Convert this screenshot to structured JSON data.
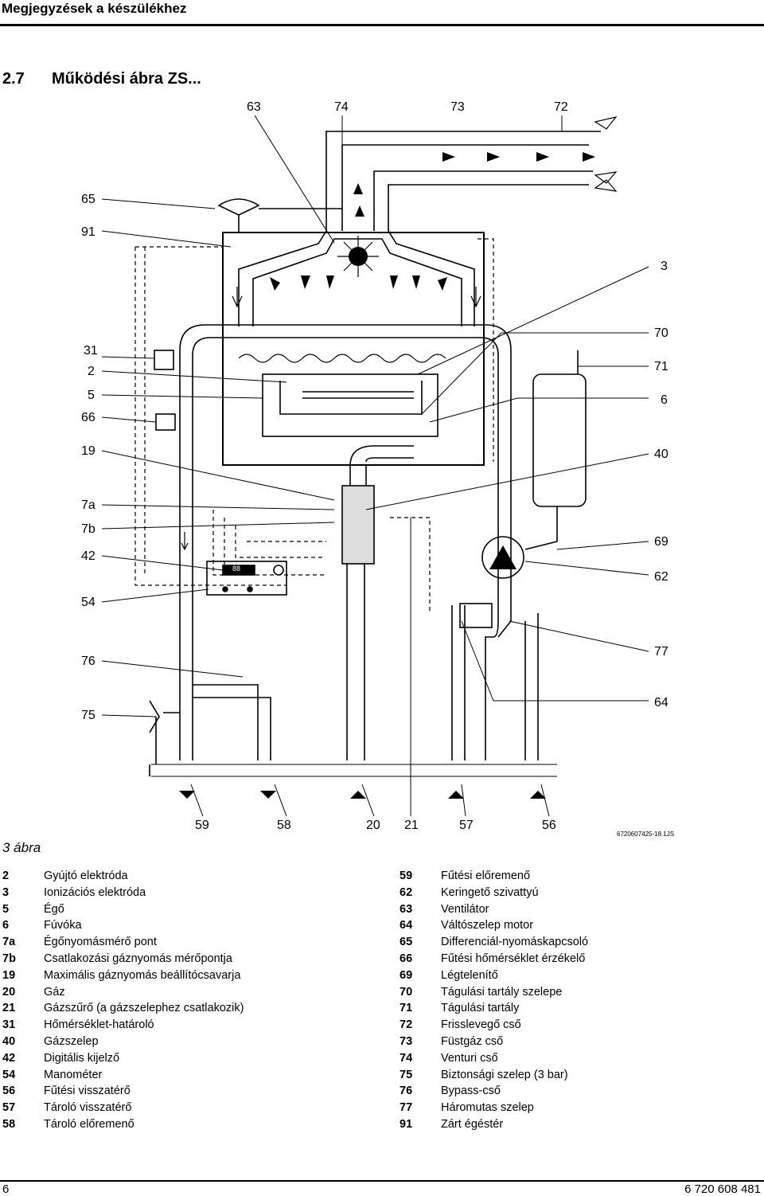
{
  "header": {
    "title": "Megjegyzések a készülékhez"
  },
  "section": {
    "number": "2.7",
    "title": "Működési ábra ZS..."
  },
  "figure": {
    "caption": "3 ábra",
    "code": "6720607425-18.1JS",
    "top_labels": [
      "63",
      "74",
      "73",
      "72"
    ],
    "left_labels": [
      "65",
      "91",
      "31",
      "2",
      "5",
      "66",
      "19",
      "7a",
      "7b",
      "42",
      "54",
      "76",
      "75"
    ],
    "right_labels": [
      "3",
      "70",
      "71",
      "6",
      "40",
      "69",
      "62",
      "77",
      "64"
    ],
    "bottom_labels": [
      "59",
      "58",
      "20",
      "21",
      "57",
      "56"
    ],
    "display_text": "88"
  },
  "legend_left": [
    {
      "num": "2",
      "text": "Gyújtó elektróda"
    },
    {
      "num": "3",
      "text": "Ionizációs elektróda"
    },
    {
      "num": "5",
      "text": "Égő"
    },
    {
      "num": "6",
      "text": "Fúvóka"
    },
    {
      "num": "7a",
      "text": "Égőnyomásmérő pont"
    },
    {
      "num": "7b",
      "text": "Csatlakozási gáznyomás mérőpontja"
    },
    {
      "num": "19",
      "text": "Maximális gáznyomás beállítócsavarja"
    },
    {
      "num": "20",
      "text": "Gáz"
    },
    {
      "num": "21",
      "text": "Gázszűrő (a gázszelephez csatlakozik)"
    },
    {
      "num": "31",
      "text": "Hőmérséklet-határoló"
    },
    {
      "num": "40",
      "text": "Gázszelep"
    },
    {
      "num": "42",
      "text": "Digitális kijelző"
    },
    {
      "num": "54",
      "text": "Manométer"
    },
    {
      "num": "56",
      "text": "Fűtési visszatérő"
    },
    {
      "num": "57",
      "text": "Tároló visszatérő"
    },
    {
      "num": "58",
      "text": "Tároló előremenő"
    }
  ],
  "legend_right": [
    {
      "num": "59",
      "text": "Fűtési előremenő"
    },
    {
      "num": "62",
      "text": "Keringető szivattyú"
    },
    {
      "num": "63",
      "text": "Ventilátor"
    },
    {
      "num": "64",
      "text": "Váltószelep motor"
    },
    {
      "num": "65",
      "text": "Differenciál-nyomáskapcsoló"
    },
    {
      "num": "66",
      "text": "Fűtési hőmérséklet érzékelő"
    },
    {
      "num": "69",
      "text": "Légtelenítő"
    },
    {
      "num": "70",
      "text": "Tágulási tartály szelepe"
    },
    {
      "num": "71",
      "text": "Tágulási tartály"
    },
    {
      "num": "72",
      "text": "Frisslevegő cső"
    },
    {
      "num": "73",
      "text": "Füstgáz cső"
    },
    {
      "num": "74",
      "text": "Venturi cső"
    },
    {
      "num": "75",
      "text": "Biztonsági szelep (3 bar)"
    },
    {
      "num": "76",
      "text": "Bypass-cső"
    },
    {
      "num": "77",
      "text": "Háromutas szelep"
    },
    {
      "num": "91",
      "text": "Zárt égéstér"
    }
  ],
  "footer": {
    "page": "6",
    "doc_code": "6 720 608 481"
  }
}
